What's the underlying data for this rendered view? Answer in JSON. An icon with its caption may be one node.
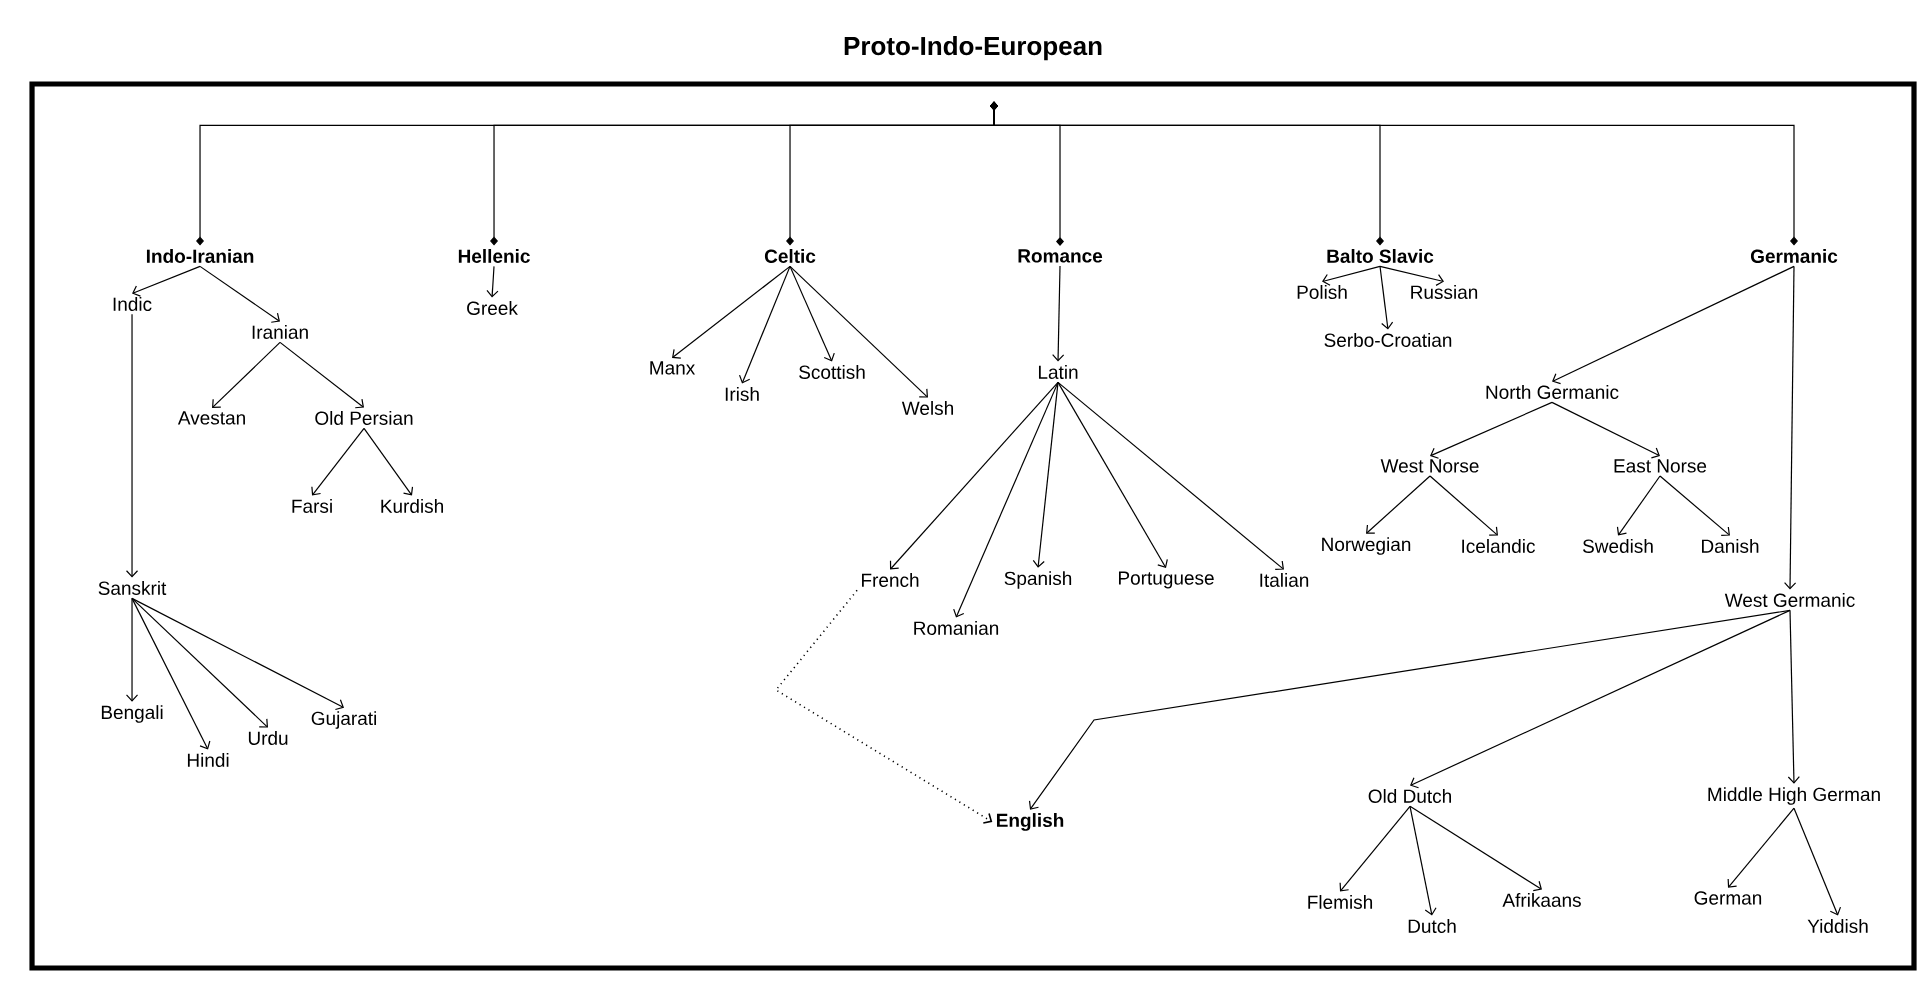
{
  "diagram": {
    "nodes": [
      {
        "text": [
          "Proto-Indo-European"
        ]
      },
      {
        "text": [
          "Indo-Iranian"
        ],
        "in": 0
      },
      {
        "text": [
          "Hellenic"
        ],
        "in": 0
      },
      {
        "text": [
          "Celtic"
        ],
        "in": 0
      },
      {
        "text": [
          "Romance"
        ],
        "in": 0
      },
      {
        "text": [
          "Balto Slavic"
        ],
        "in": 0
      },
      {
        "text": [
          "Germanic"
        ],
        "in": 0
      },
      {
        "text": [
          "Indic"
        ],
        "in": 0
      },
      {
        "text": [
          "Iranian"
        ],
        "in": 0
      },
      {
        "text": [
          "Avestan"
        ],
        "in": 0
      },
      {
        "text": [
          "Old Persian"
        ],
        "in": 0
      },
      {
        "text": [
          "Farsi"
        ],
        "in": 0
      },
      {
        "text": [
          "Kurdish"
        ],
        "in": 0
      },
      {
        "text": [
          "Sanskrit"
        ],
        "in": 0
      },
      {
        "text": [
          "Bengali"
        ],
        "in": 0
      },
      {
        "text": [
          "Hindi"
        ],
        "in": 0
      },
      {
        "text": [
          "Urdu"
        ],
        "in": 0
      },
      {
        "text": [
          "Gujarati"
        ],
        "in": 0
      },
      {
        "text": [
          "Greek"
        ],
        "in": 0
      },
      {
        "text": [
          "Manx"
        ],
        "in": 0
      },
      {
        "text": [
          "Irish"
        ],
        "in": 0
      },
      {
        "text": [
          "Scottish"
        ],
        "in": 0
      },
      {
        "text": [
          "Welsh"
        ],
        "in": 0
      },
      {
        "text": [
          "Latin"
        ],
        "in": 0
      },
      {
        "text": [
          "French"
        ],
        "in": 0
      },
      {
        "text": [
          "Romanian"
        ],
        "in": 0
      },
      {
        "text": [
          "Spanish"
        ],
        "in": 0
      },
      {
        "text": [
          "Portuguese"
        ],
        "in": 0
      },
      {
        "text": [
          "Italian"
        ],
        "in": 0
      },
      {
        "text": [
          "Polish"
        ],
        "in": 0
      },
      {
        "text": [
          "Russian"
        ],
        "in": 0
      },
      {
        "text": [
          "Serbo-Croatian"
        ],
        "in": 0
      },
      {
        "text": [
          "North Germanic"
        ],
        "in": 0
      },
      {
        "text": [
          "West Norse"
        ],
        "in": 0
      },
      {
        "text": [
          "East Norse"
        ],
        "in": 0
      },
      {
        "text": [
          "Norwegian"
        ],
        "in": 0
      },
      {
        "text": [
          "Icelandic"
        ],
        "in": 0
      },
      {
        "text": [
          "Swedish"
        ],
        "in": 0
      },
      {
        "text": [
          "Danish"
        ],
        "in": 0
      },
      {
        "text": [
          "West Germanic"
        ],
        "in": 0
      },
      {
        "text": [
          "English"
        ],
        "in": 0
      },
      {
        "text": [
          "Old Dutch"
        ],
        "in": 0
      },
      {
        "text": [
          "Middle High German"
        ],
        "in": 0
      },
      {
        "text": [
          "Flemish"
        ],
        "in": 0
      },
      {
        "text": [
          "Dutch"
        ],
        "in": 0
      },
      {
        "text": [
          "Afrikaans"
        ],
        "in": 0
      },
      {
        "text": [
          "German"
        ],
        "in": 0
      },
      {
        "text": [
          "Yiddish"
        ],
        "in": 0
      }
    ],
    "edges": [
      {
        "from": 0,
        "to": 1,
        "arrow": "other"
      },
      {
        "from": 0,
        "to": 2,
        "arrow": "other"
      },
      {
        "from": 0,
        "to": 3,
        "arrow": "other"
      },
      {
        "from": 0,
        "to": 4,
        "arrow": "other"
      },
      {
        "from": 0,
        "to": 5,
        "arrow": "other"
      },
      {
        "from": 0,
        "to": 6,
        "arrow": "other"
      },
      {
        "from": 1,
        "to": 7,
        "arrow": "to"
      },
      {
        "from": 1,
        "to": 8,
        "arrow": "to"
      },
      {
        "from": 8,
        "to": 9,
        "arrow": "to"
      },
      {
        "from": 8,
        "to": 10,
        "arrow": "to"
      },
      {
        "from": 10,
        "to": 11,
        "arrow": "to"
      },
      {
        "from": 10,
        "to": 12,
        "arrow": "to"
      },
      {
        "from": 7,
        "to": 13,
        "arrow": "to"
      },
      {
        "from": 13,
        "to": 14,
        "arrow": "to"
      },
      {
        "from": 13,
        "to": 15,
        "arrow": "to"
      },
      {
        "from": 13,
        "to": 16,
        "arrow": "to"
      },
      {
        "from": 13,
        "to": 17,
        "arrow": "to"
      },
      {
        "from": 2,
        "to": 18,
        "arrow": "to"
      },
      {
        "from": 3,
        "to": 19,
        "arrow": "to"
      },
      {
        "from": 3,
        "to": 20,
        "arrow": "to"
      },
      {
        "from": 3,
        "to": 21,
        "arrow": "to"
      },
      {
        "from": 3,
        "to": 22,
        "arrow": "to"
      },
      {
        "from": 4,
        "to": 23,
        "arrow": "to"
      },
      {
        "from": 23,
        "to": 24,
        "arrow": "to"
      },
      {
        "from": 23,
        "to": 25,
        "arrow": "to"
      },
      {
        "from": 23,
        "to": 26,
        "arrow": "to"
      },
      {
        "from": 23,
        "to": 27,
        "arrow": "to"
      },
      {
        "from": 23,
        "to": 28,
        "arrow": "to"
      },
      {
        "from": 5,
        "to": 29,
        "arrow": "to"
      },
      {
        "from": 5,
        "to": 30,
        "arrow": "to"
      },
      {
        "from": 5,
        "to": 31,
        "arrow": "to"
      },
      {
        "from": 6,
        "to": 32,
        "arrow": "to"
      },
      {
        "from": 6,
        "to": 39,
        "arrow": "to"
      },
      {
        "from": 32,
        "to": 33,
        "arrow": "to"
      },
      {
        "from": 32,
        "to": 34,
        "arrow": "to"
      },
      {
        "from": 33,
        "to": 35,
        "arrow": "to"
      },
      {
        "from": 33,
        "to": 36,
        "arrow": "to"
      },
      {
        "from": 34,
        "to": 37,
        "arrow": "to"
      },
      {
        "from": 34,
        "to": 38,
        "arrow": "to"
      },
      {
        "from": 39,
        "to": 40,
        "arrow": "to"
      },
      {
        "from": 39,
        "to": 41,
        "arrow": "to"
      },
      {
        "from": 39,
        "to": 42,
        "arrow": "to"
      },
      {
        "from": 41,
        "to": 43,
        "arrow": "to"
      },
      {
        "from": 41,
        "to": 44,
        "arrow": "to"
      },
      {
        "from": 41,
        "to": 45,
        "arrow": "to"
      },
      {
        "from": 42,
        "to": 46,
        "arrow": "to"
      },
      {
        "from": 42,
        "to": 47,
        "arrow": "to"
      },
      {
        "from": 24,
        "to": 40,
        "arrow": "to",
        "style": "dashed"
      }
    ]
  }
}
